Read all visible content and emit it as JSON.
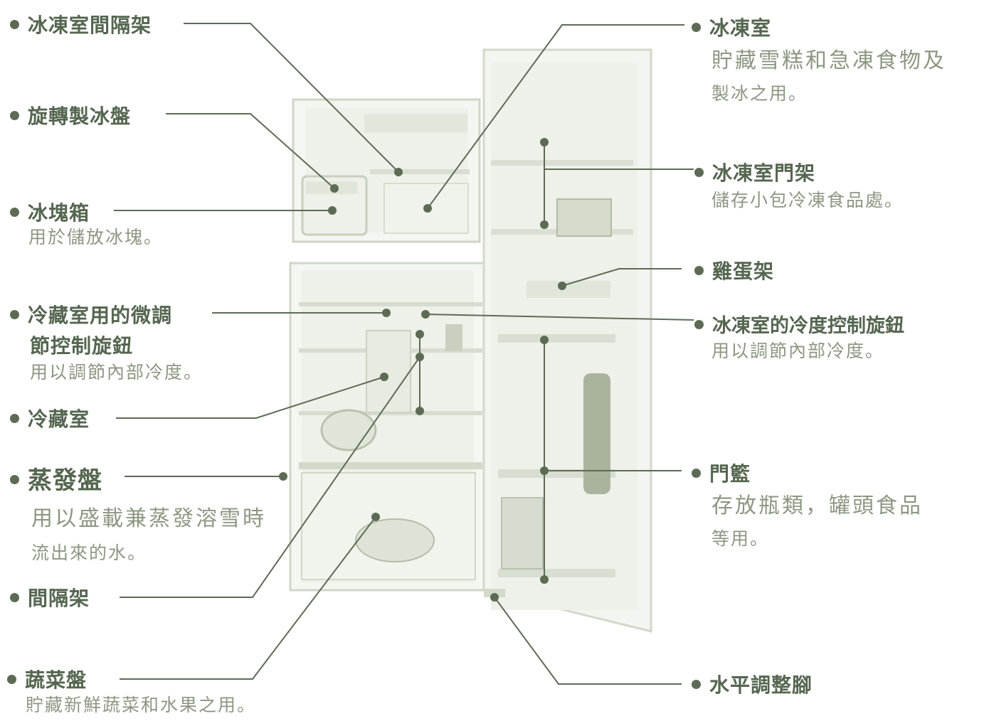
{
  "colors": {
    "text": "#556650",
    "muted": "#8c9782",
    "line": "#5d6b55"
  },
  "labels": {
    "freezer_shelf": {
      "title": "冰凍室間隔架"
    },
    "ice_tray": {
      "title": "旋轉製冰盤"
    },
    "ice_box": {
      "title": "冰塊箱",
      "desc": "用於儲放冰塊。"
    },
    "fine_control": {
      "title_1": "冷藏室用的微調",
      "title_2": "節控制旋鈕",
      "desc": "用以調節內部冷度。"
    },
    "fridge": {
      "title": "冷藏室"
    },
    "evap_tray": {
      "title": "蒸發盤",
      "desc_1": "用以盛載兼蒸發溶雪時",
      "desc_2": "流出來的水。"
    },
    "shelf": {
      "title": "間隔架"
    },
    "crisper": {
      "title": "蔬菜盤",
      "desc": "貯藏新鮮蔬菜和水果之用。"
    },
    "freezer": {
      "title": "冰凍室",
      "desc_1": "貯藏雪糕和急凍食物及",
      "desc_2": "製冰之用。"
    },
    "freezer_door": {
      "title": "冰凍室門架",
      "desc": "儲存小包冷凍食品處。"
    },
    "egg": {
      "title": "雞蛋架"
    },
    "freezer_control": {
      "title": "冰凍室的冷度控制旋鈕",
      "desc": "用以調節內部冷度。"
    },
    "door_basket": {
      "title": "門籃",
      "desc_1": "存放瓶類，罐頭食品",
      "desc_2": "等用。"
    },
    "level_foot": {
      "title": "水平調整腳"
    }
  }
}
